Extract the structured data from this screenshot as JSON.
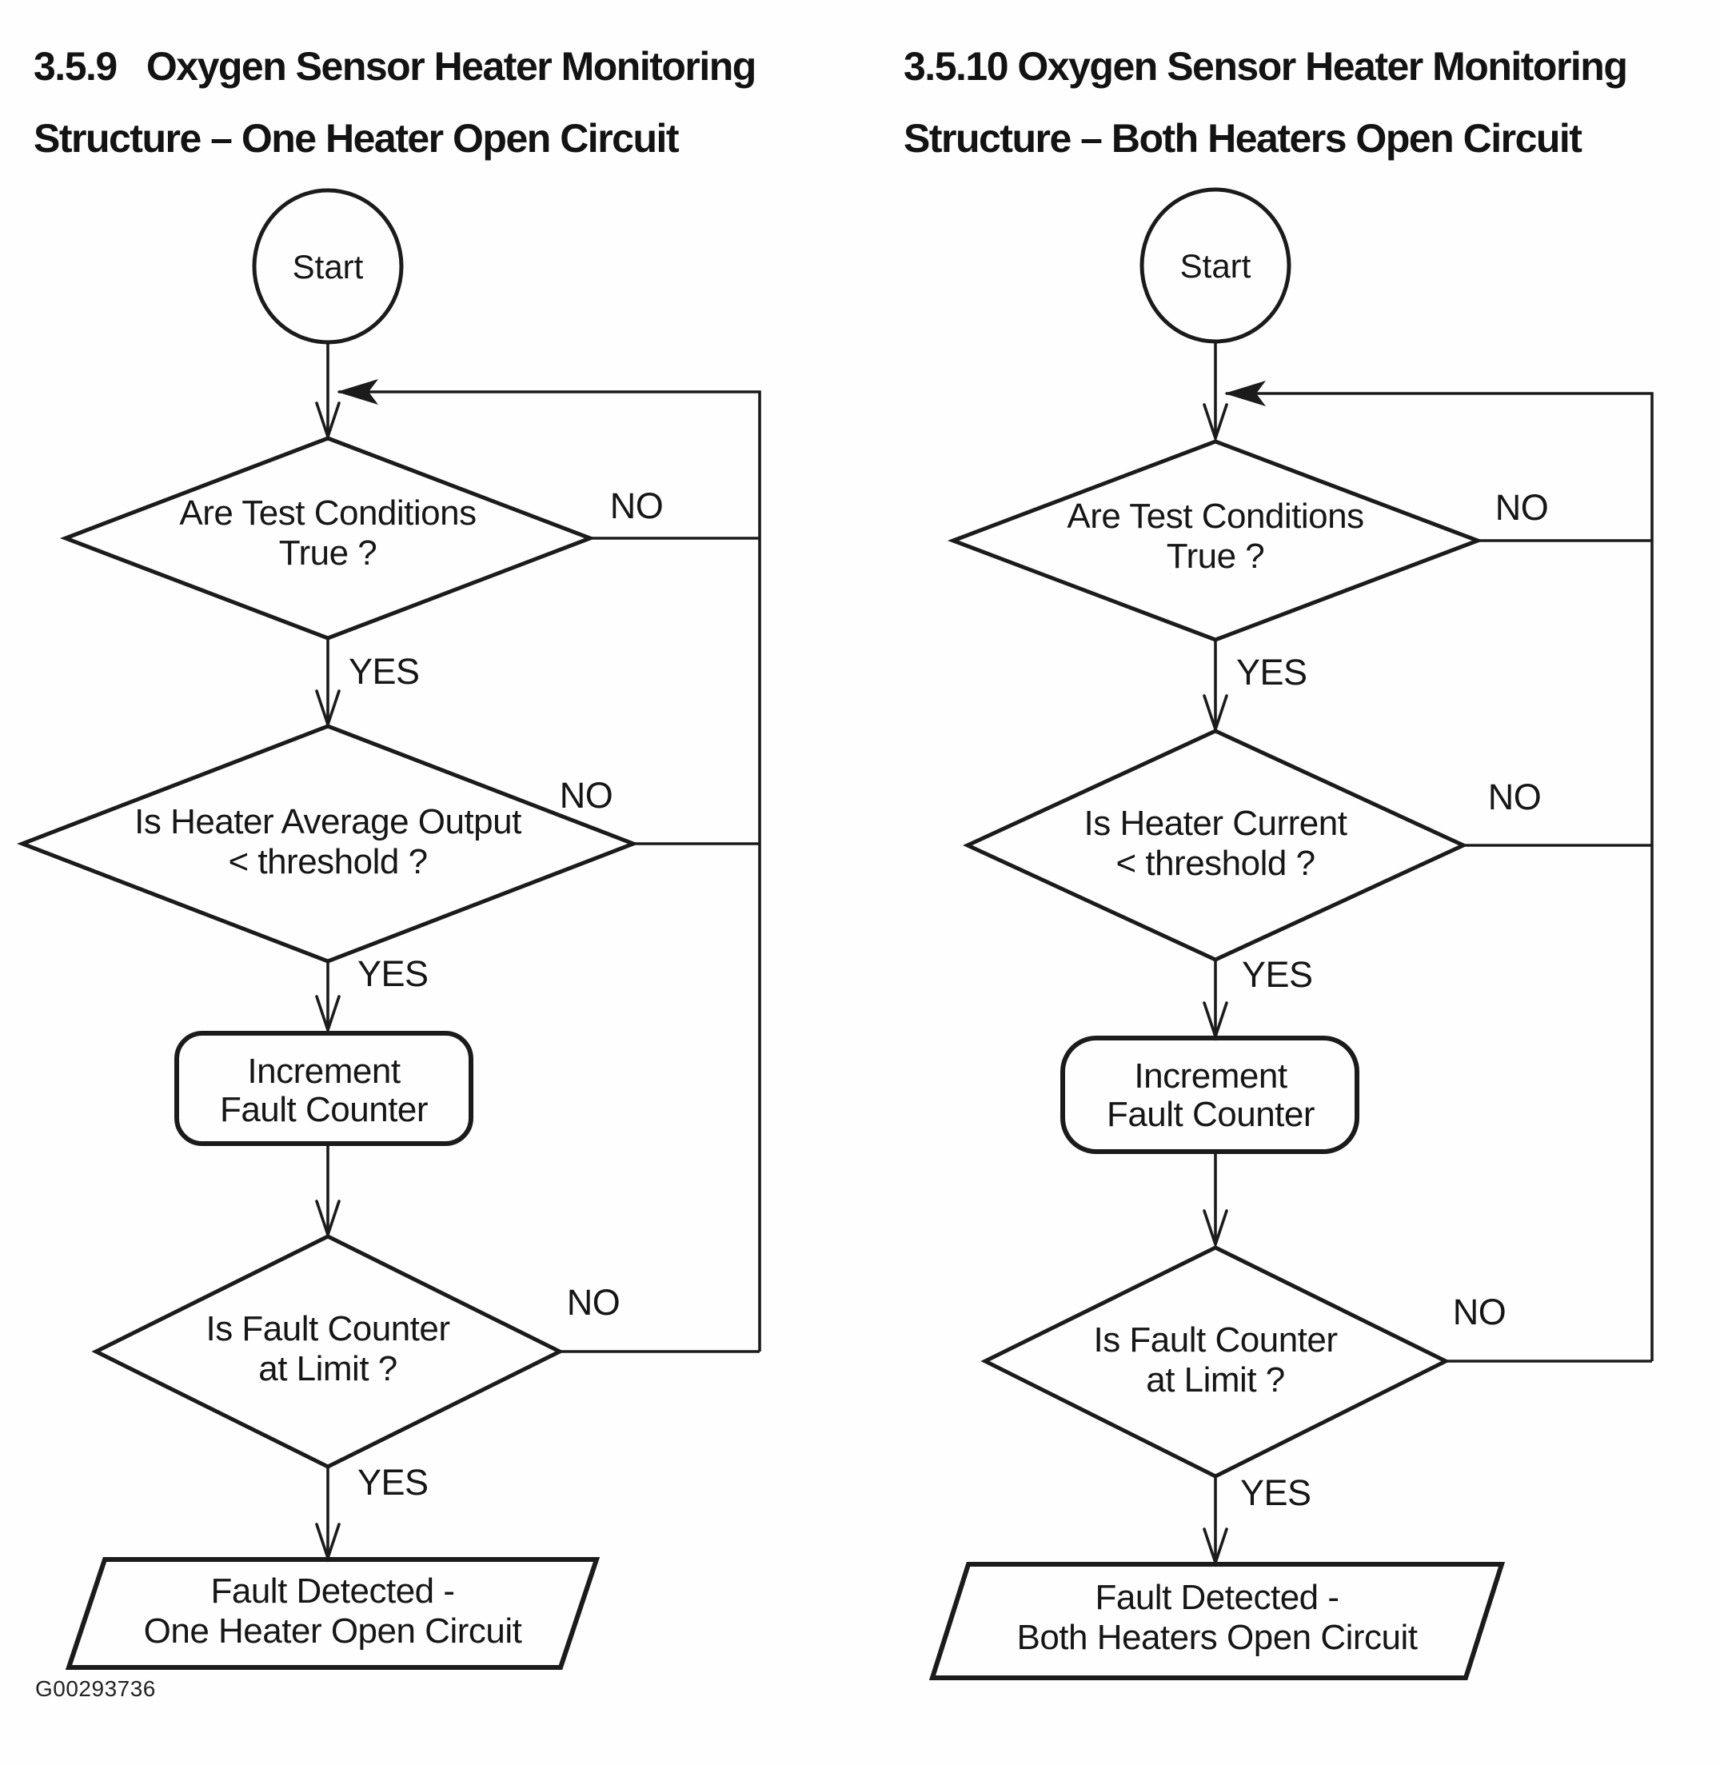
{
  "figure_label": "G00293736",
  "charts": [
    {
      "title_line1": "3.5.9   Oxygen Sensor Heater Monitoring",
      "title_line2": "Structure – One Heater Open Circuit",
      "start": "Start",
      "d1_line1": "Are Test Conditions",
      "d1_line2": "True ?",
      "d1_no": "NO",
      "d1_yes": "YES",
      "d2_line1": "Is Heater Average Output",
      "d2_line2": "< threshold ?",
      "d2_no": "NO",
      "d2_yes": "YES",
      "proc_line1": "Increment",
      "proc_line2": "Fault Counter",
      "d3_line1": "Is Fault Counter",
      "d3_line2": "at Limit ?",
      "d3_no": "NO",
      "d3_yes": "YES",
      "out_line1": "Fault Detected -",
      "out_line2": "One Heater Open Circuit"
    },
    {
      "title_line1": "3.5.10 Oxygen Sensor Heater Monitoring",
      "title_line2": "Structure – Both Heaters Open Circuit",
      "start": "Start",
      "d1_line1": "Are Test Conditions",
      "d1_line2": "True ?",
      "d1_no": "NO",
      "d1_yes": "YES",
      "d2_line1": "Is Heater Current",
      "d2_line2": "< threshold ?",
      "d2_no": "NO",
      "d2_yes": "YES",
      "proc_line1": "Increment",
      "proc_line2": "Fault Counter",
      "d3_line1": "Is Fault Counter",
      "d3_line2": "at Limit ?",
      "d3_no": "NO",
      "d3_yes": "YES",
      "out_line1": "Fault Detected -",
      "out_line2": "Both Heaters Open Circuit"
    }
  ]
}
